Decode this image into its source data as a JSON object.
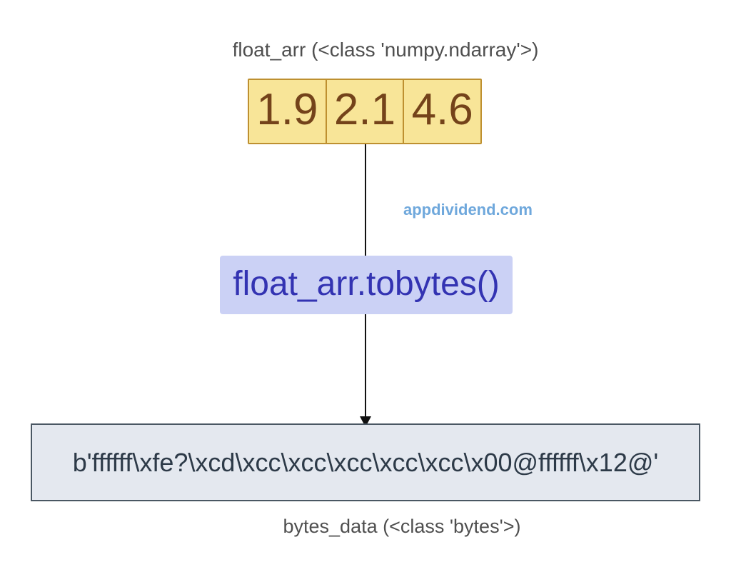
{
  "diagram": {
    "top_label": "float_arr (<class 'numpy.ndarray'>)",
    "array": {
      "cells": [
        "1.9",
        "2.1",
        "4.6"
      ]
    },
    "watermark": "appdividend.com",
    "operation_label": "float_arr.tobytes()",
    "bytes_value": "b'ffffff\\xfe?\\xcd\\xcc\\xcc\\xcc\\xcc\\xcc\\x00@ffffff\\x12@'",
    "bottom_label": "bytes_data (<class 'bytes'>)"
  },
  "colors": {
    "background": "#FFFFFF",
    "label_text": "#4F4F4F",
    "array_fill": "#F8E598",
    "array_border": "#BE9030",
    "array_text": "#74431A",
    "arrow": "#111111",
    "watermark_text": "#6FA8DC",
    "operation_fill": "#CBD1F5",
    "operation_text": "#3333B2",
    "bytes_fill": "#E4E8EF",
    "bytes_border": "#4A5763",
    "bytes_text": "#2D3A48"
  }
}
